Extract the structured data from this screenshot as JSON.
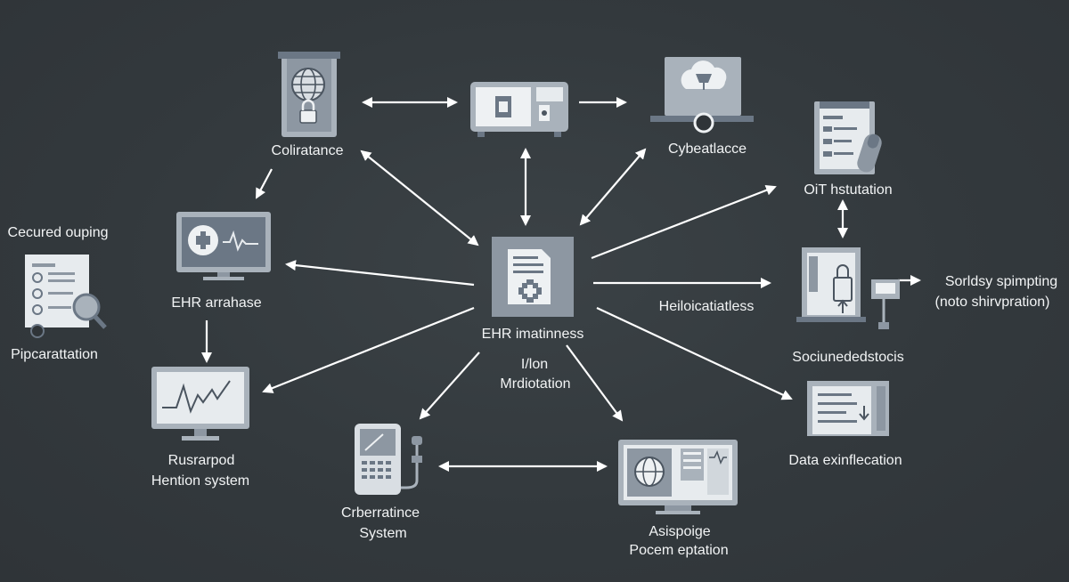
{
  "labels": {
    "coliratance": "Coliratance",
    "cybeatlacce": "Cybeatlacce",
    "oit": "OiT hstutation",
    "cecured_line1": "Cecured ouping",
    "pipcarattation": "Pipcarattation",
    "ehr_arrahase": "EHR arrahase",
    "ehr_main": "EHR imatinness",
    "mrdiotation_line1": "I/lon",
    "mrdiotation_line2": "Mrdiotation",
    "heiloicatiatless": "Heiloicatiatless",
    "sorldsy_line1": "Sorldsy spimpting",
    "sorldsy_line2": "(noto shirvpration)",
    "sociunededstocis": "Sociunededstocis",
    "rusrarpod_line1": "Rusrarpod",
    "rusrarpod_line2": "Hention system",
    "data_exif": "Data exinflecation",
    "crberratince_line1": "Crberratince",
    "crberratince_line2": "System",
    "asispoige_line1": "Asispoige",
    "asispoige_line2": "Pocem eptation"
  },
  "colors": {
    "background": "#343a3e",
    "icon_fill": "#a9b2bb",
    "icon_dark": "#6b7785",
    "icon_light": "#e7ebee",
    "arrow": "#ffffff",
    "text": "#f2f4f5"
  },
  "icons": [
    "globe-lock-icon",
    "document-screen-icon",
    "cloud-laptop-icon",
    "clipboard-tablet-icon",
    "medical-monitor-icon",
    "ehr-document-icon",
    "document-magnifier-icon",
    "lock-terminal-icon",
    "heartbeat-monitor-icon",
    "tablet-device-icon",
    "globe-desktop-icon",
    "report-document-icon"
  ]
}
